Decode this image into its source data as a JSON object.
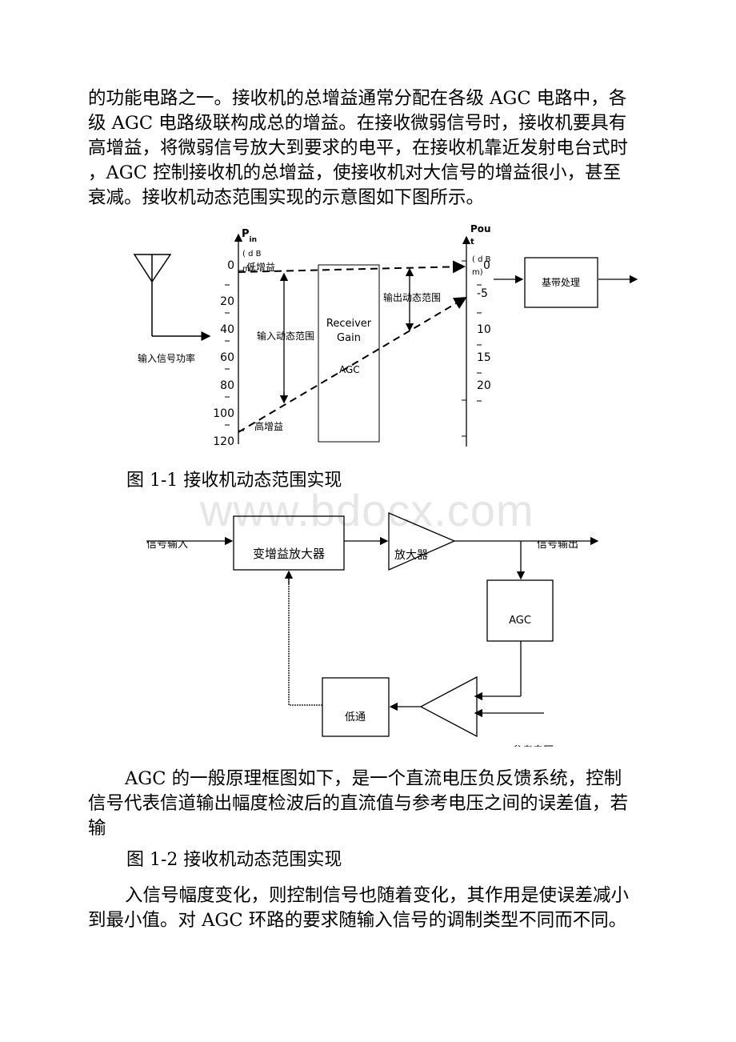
{
  "paragraph1": {
    "lines": [
      "的功能电路之一。接收机的总增益通常分配在各级 AGC 电路中，各",
      "级 AGC 电路级联构成总的增益。在接收微弱信号时，接收机要具有",
      "高增益，将微弱信号放大到要求的电平，在接收机靠近发射电台式时",
      "，AGC 控制接收机的总增益，使接收机对大信号的增益很小，甚至",
      "衰减。接收机动态范围实现的示意图如下图所示。"
    ]
  },
  "figure1": {
    "pin_label_main": "P",
    "pin_label_sub": "in",
    "pin_unit_1": "( d B",
    "pin_unit_2": "m)",
    "pin_ticks": [
      "0",
      "20",
      "40",
      "60",
      "80",
      "100",
      "120"
    ],
    "pout_label_1": "Pou",
    "pout_label_2": "t",
    "pout_unit_1": "( d B",
    "pout_unit_2": "m)",
    "pout_ticks": [
      "0",
      "-5",
      "10",
      "15",
      "20"
    ],
    "low_gain": "低增益",
    "high_gain": "高增益",
    "input_range": "输入动态范围",
    "output_range": "输出动态范围",
    "receiver_gain_1": "Receiver",
    "receiver_gain_2": "Gain",
    "agc": "AGC",
    "input_power": "输入信号功率",
    "baseband": "基带处理"
  },
  "caption1": "图 1-1 接收机动态范围实现",
  "watermark": "www.bdocx.com",
  "figure2": {
    "input_label": "信号输入",
    "vga": "变增益放大器",
    "amp": "放大器",
    "output_label": "信号输出",
    "agc": "AGC",
    "lowpass": "低通",
    "ref_label": "参考电压"
  },
  "paragraph2": {
    "lines": [
      "AGC 的一般原理框图如下，是一个直流电压负反馈系统，控制",
      "信号代表信道输出幅度检波后的直流值与参考电压之间的误差值，若",
      "输"
    ]
  },
  "caption2": "图 1-2 接收机动态范围实现",
  "paragraph3": {
    "lines": [
      "入信号幅度变化，则控制信号也随着变化，其作用是使误差减小",
      "到最小值。对 AGC 环路的要求随输入信号的调制类型不同而不同。"
    ]
  }
}
